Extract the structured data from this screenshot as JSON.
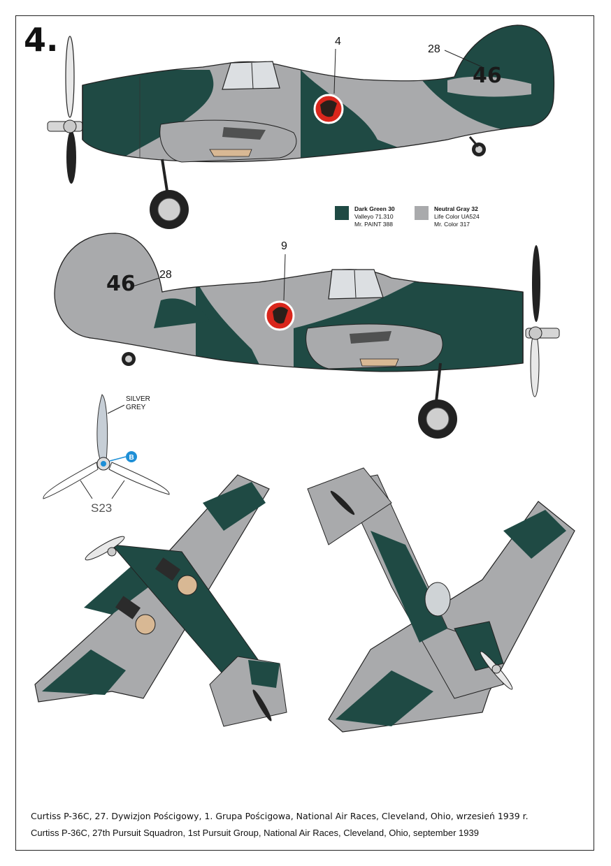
{
  "plate": {
    "number": "4."
  },
  "callouts": {
    "top_emblem": "4",
    "top_tail": "28",
    "bottom_emblem": "9",
    "bottom_tail": "28",
    "tail_code": "46",
    "prop_color": "SILVER\nGREY",
    "prop_badge": "B",
    "prop_part": "S23"
  },
  "legend": [
    {
      "name": "Dark Green 30",
      "line1": "Valleyo 71.310",
      "line2": "Mr. PAINT 388",
      "color": "#1f4a44"
    },
    {
      "name": "Neutral Gray 32",
      "line1": "Life Color UA524",
      "line2": "Mr. Color 317",
      "color": "#a9aaac"
    }
  ],
  "caption": {
    "polish": "Curtiss P-36C, 27. Dywizjon Pościgowy, 1. Grupa Pościgowa, National Air Races, Cleveland, Ohio, wrzesień 1939 r.",
    "english": "Curtiss P-36C, 27th Pursuit Squadron, 1st Pursuit Group, National Air Races, Cleveland, Ohio, september 1939"
  },
  "colors": {
    "green": "#1f4a44",
    "gray": "#a9aaac",
    "badge": "#1e8fd6",
    "emblem_red": "#d9261c"
  }
}
